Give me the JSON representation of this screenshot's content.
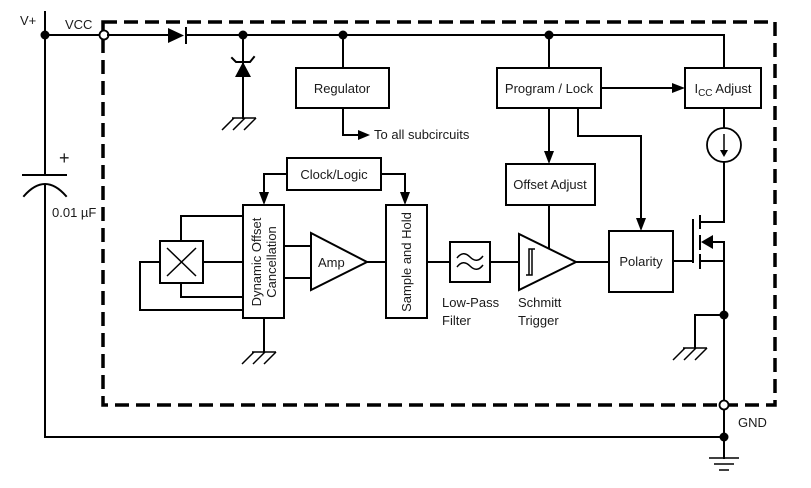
{
  "pins": {
    "vplus": "V+",
    "vcc": "VCC",
    "gnd": "GND"
  },
  "capacitor": {
    "polarity": "+",
    "value": "0.01 µF"
  },
  "blocks": {
    "regulator": "Regulator",
    "program_lock": "Program / Lock",
    "icc_adjust": {
      "main": "I",
      "sub": "CC",
      "suffix": " Adjust"
    },
    "offset_adjust": "Offset Adjust",
    "clock_logic": "Clock/Logic",
    "doc_line1": "Dynamic Offset",
    "doc_line2": "Cancellation",
    "amp": "Amp",
    "sample_hold": "Sample and Hold",
    "polarity": "Polarity"
  },
  "labels": {
    "to_all": "To all subcircuits",
    "lpf_line1": "Low-Pass",
    "lpf_line2": "Filter",
    "schmitt_line1": "Schmitt",
    "schmitt_line2": "Trigger"
  },
  "colors": {
    "line": "#000000",
    "background": "#ffffff"
  }
}
